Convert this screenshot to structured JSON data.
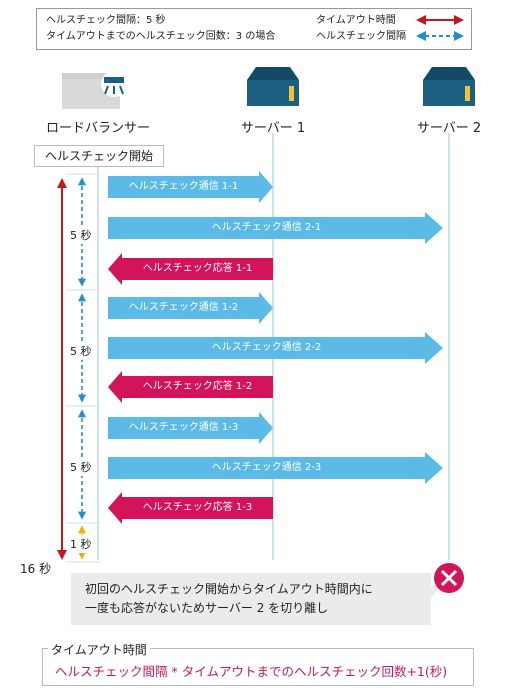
{
  "legend": {
    "interval_text": "ヘルスチェック間隔：5 秒",
    "count_text": "タイムアウトまでのヘルスチェック回数：3  の場合",
    "timeout_label": "タイムアウト時間",
    "interval_label": "ヘルスチェック間隔",
    "timeout_color": "#c7161e",
    "interval_color": "#1f8fd0"
  },
  "nodes": {
    "lb": "ロードバランサー",
    "server1": "サーバー 1",
    "server2": "サーバー 2"
  },
  "start_label": "ヘルスチェック開始",
  "intervals": [
    "5 秒",
    "5 秒",
    "5 秒",
    "1 秒"
  ],
  "total_label": "16 秒",
  "messages": [
    {
      "label": "ヘルスチェック通信 1-1",
      "kind": "request"
    },
    {
      "label": "ヘルスチェック通信 2-1",
      "kind": "request"
    },
    {
      "label": "ヘルスチェック応答 1-1",
      "kind": "response"
    },
    {
      "label": "ヘルスチェック通信 1-2",
      "kind": "request"
    },
    {
      "label": "ヘルスチェック通信 2-2",
      "kind": "request"
    },
    {
      "label": "ヘルスチェック応答 1-2",
      "kind": "response"
    },
    {
      "label": "ヘルスチェック通信 1-3",
      "kind": "request"
    },
    {
      "label": "ヘルスチェック通信 2-3",
      "kind": "request"
    },
    {
      "label": "ヘルスチェック応答 1-3",
      "kind": "response"
    }
  ],
  "note": {
    "line1": "初回のヘルスチェック開始からタイムアウト時間内に",
    "line2": "一度も応答がないためサーバー 2 を切り離し"
  },
  "formula": {
    "title": "タイムアウト時間",
    "text": "ヘルスチェック間隔 * タイムアウトまでのヘルスチェック回数+1(秒)"
  },
  "colors": {
    "request": "#5bbbe6",
    "response": "#d4145a",
    "server": "#1b5f82",
    "server_accent": "#f0c23c",
    "lifeline": "#c9e3f0",
    "one_sec": "#e8b400",
    "fail": "#d4145a"
  }
}
